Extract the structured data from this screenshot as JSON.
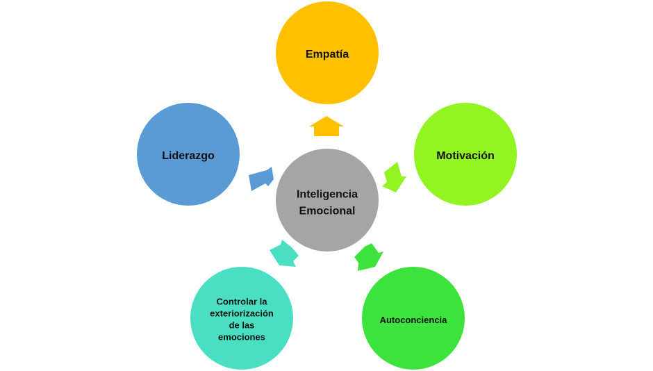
{
  "center": {
    "label": "Inteligencia\nEmocional",
    "color": "#A5A5A5"
  },
  "nodes": [
    {
      "id": "empatia",
      "label": "Empatía",
      "color": "#FFC000",
      "icon": "arrow-up-icon"
    },
    {
      "id": "motivacion",
      "label": "Motivación",
      "color": "#92F420",
      "icon": "arrow-right-icon"
    },
    {
      "id": "autoconciencia",
      "label": "Autoconciencia",
      "color": "#3DE33D",
      "icon": "arrow-down-right-icon"
    },
    {
      "id": "controlar",
      "label": "Controlar la\nexteriorización\nde las\nemociones",
      "color": "#4ADFC2",
      "icon": "arrow-down-left-icon"
    },
    {
      "id": "liderazgo",
      "label": "Liderazgo",
      "color": "#5B9BD5",
      "icon": "arrow-left-icon"
    }
  ]
}
